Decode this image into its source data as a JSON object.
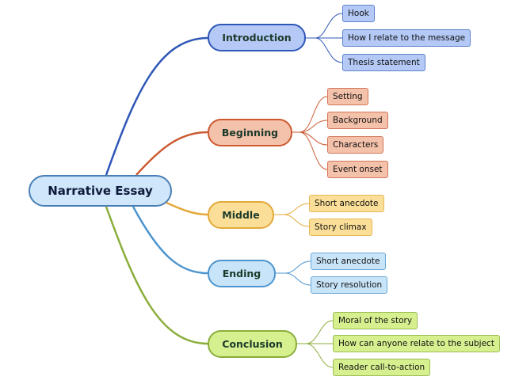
{
  "root": {
    "label": "Narrative Essay"
  },
  "branches": [
    {
      "label": "Introduction",
      "color": "#2f57b8",
      "children": [
        "Hook",
        "How I relate to the message",
        "Thesis statement"
      ]
    },
    {
      "label": "Beginning",
      "color": "#cc5a32",
      "children": [
        "Setting",
        "Background",
        "Characters",
        "Event onset"
      ]
    },
    {
      "label": "Middle",
      "color": "#e3a93a",
      "children": [
        "Short anecdote",
        "Story climax"
      ]
    },
    {
      "label": "Ending",
      "color": "#4d95cf",
      "children": [
        "Short anecdote",
        "Story resolution"
      ]
    },
    {
      "label": "Conclusion",
      "color": "#8aae3a",
      "children": [
        "Moral of the story",
        "How can anyone relate to the subject",
        "Reader call-to-action"
      ]
    }
  ]
}
